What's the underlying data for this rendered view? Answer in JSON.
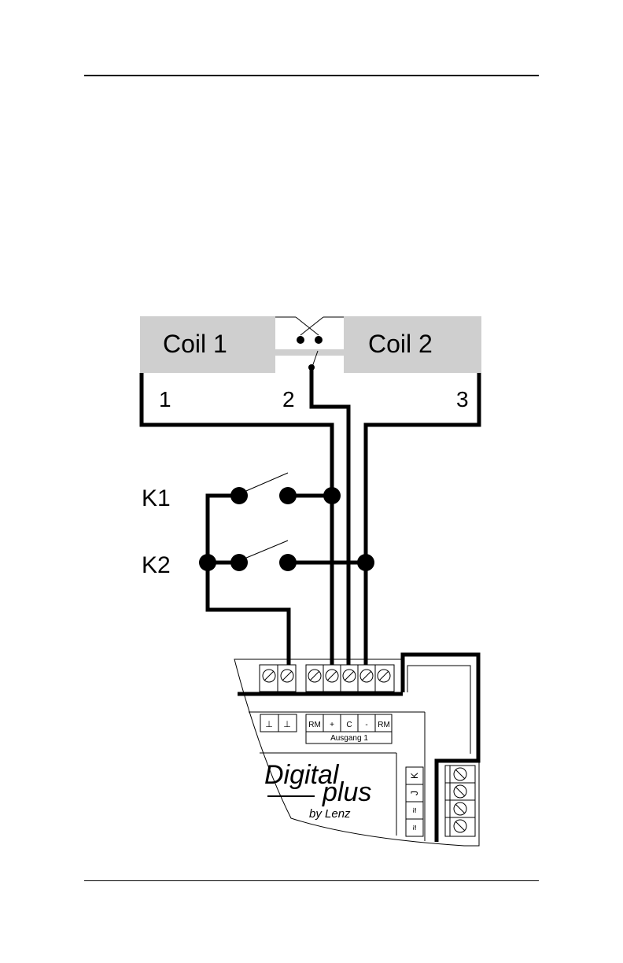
{
  "diagram": {
    "coils": {
      "coil1": "Coil 1",
      "coil2": "Coil 2"
    },
    "terminals": {
      "t1": "1",
      "t2": "2",
      "t3": "3"
    },
    "switches": {
      "k1": "K1",
      "k2": "K2"
    },
    "decoder": {
      "upper_labels": [
        "⊥",
        "⊥",
        "RM",
        "+",
        "C",
        "-",
        "RM"
      ],
      "output_label": "Ausgang 1",
      "side_labels": [
        "K",
        "J",
        "≈",
        "≈"
      ],
      "logo_main": "Digital",
      "logo_sub": "plus",
      "logo_by": "by Lenz"
    }
  }
}
